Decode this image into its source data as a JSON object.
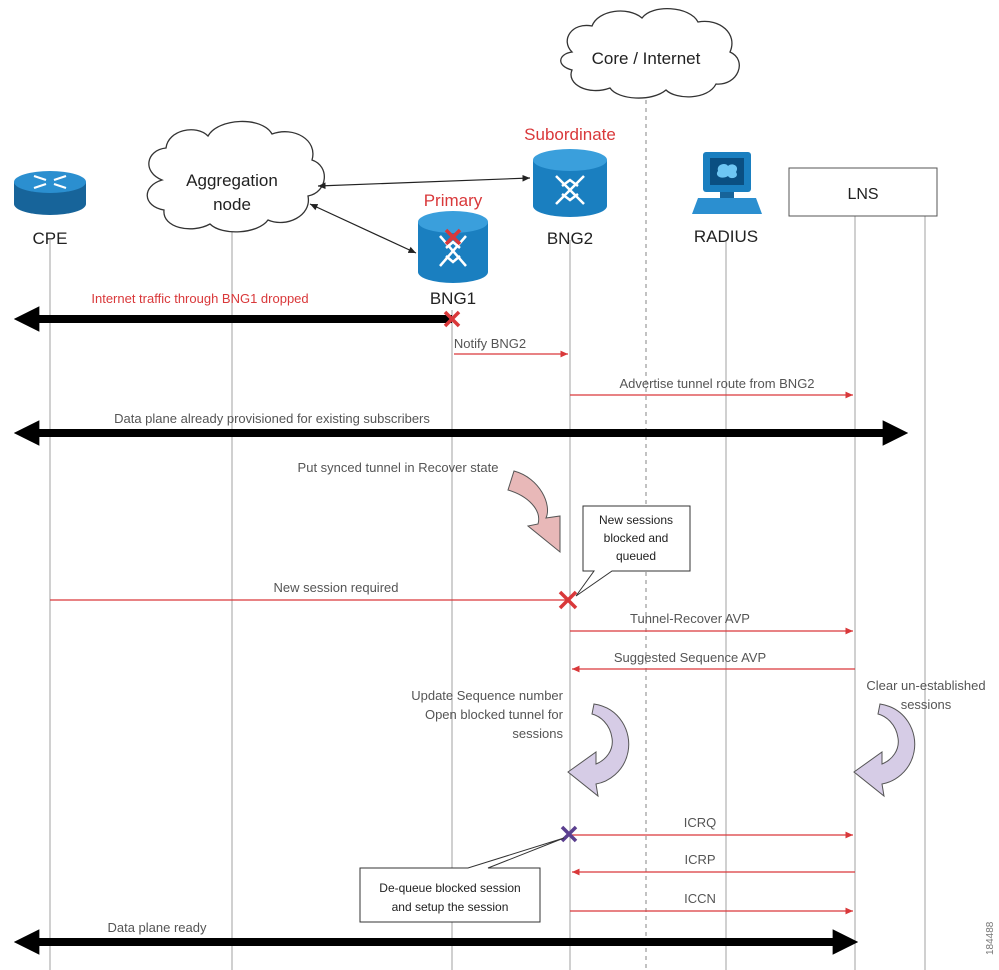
{
  "nodes": {
    "cpe": "CPE",
    "aggregation_line1": "Aggregation",
    "aggregation_line2": "node",
    "primary": "Primary",
    "bng1": "BNG1",
    "subordinate": "Subordinate",
    "bng2": "BNG2",
    "core": "Core / Internet",
    "radius": "RADIUS",
    "lns": "LNS"
  },
  "messages": {
    "traffic_dropped": "Internet traffic through BNG1 dropped",
    "notify_bng2": "Notify BNG2",
    "advertise_route": "Advertise tunnel route from BNG2",
    "data_plane_provisioned": "Data plane already provisioned for existing subscribers",
    "recover_state": "Put synced tunnel in Recover state",
    "new_session": "New session required",
    "tunnel_recover_avp": "Tunnel-Recover AVP",
    "suggested_sequence_avp": "Suggested Sequence AVP",
    "icrq": "ICRQ",
    "icrp": "ICRP",
    "iccn": "ICCN",
    "data_plane_ready": "Data plane ready"
  },
  "notes": {
    "blocked_1": "New sessions",
    "blocked_2": "blocked and",
    "blocked_3": "queued",
    "update_1": "Update Sequence number",
    "update_2": "Open blocked tunnel for",
    "update_3": "sessions",
    "clear_1": "Clear un-established",
    "clear_2": "sessions",
    "dequeue_1": "De-queue blocked session",
    "dequeue_2": "and setup the session"
  },
  "figure_id": "184488",
  "colors": {
    "accent_red": "#d9383a",
    "router_blue": "#1a7fc0",
    "recover_arrow": "#e8b8b8",
    "update_arrow": "#d6cce6",
    "dequeue_marker": "#5b3f8f"
  }
}
